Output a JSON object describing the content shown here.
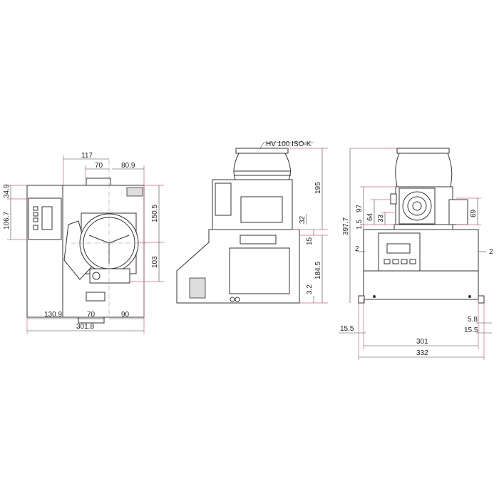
{
  "flange_label": "HV 100 ISO-K",
  "front_view": {
    "top": {
      "d117": "117",
      "d70": "70",
      "d80_9": "80.9"
    },
    "left": {
      "d34_9": "34.9",
      "d106_7": "106.7"
    },
    "right": {
      "d150_5": "150.5",
      "d103": "103"
    },
    "bottom": {
      "d130_9": "130.9",
      "d70": "70",
      "d90": "90",
      "d301_8": "301.8"
    }
  },
  "side_view": {
    "d195": "195",
    "d32": "32",
    "d15": "15",
    "d184_5": "184.5",
    "d3_2": "3.2"
  },
  "rear_view": {
    "d397_7": "397.7",
    "d97": "97",
    "d64": "64",
    "d33": "33",
    "d1_5": "1.5",
    "d69": "69",
    "d2_left": "2",
    "d2_right": "2",
    "d15_5_left": "15.5",
    "d5_8": "5.8",
    "d15_5_right": "15.5",
    "d301": "301",
    "d332": "332"
  }
}
